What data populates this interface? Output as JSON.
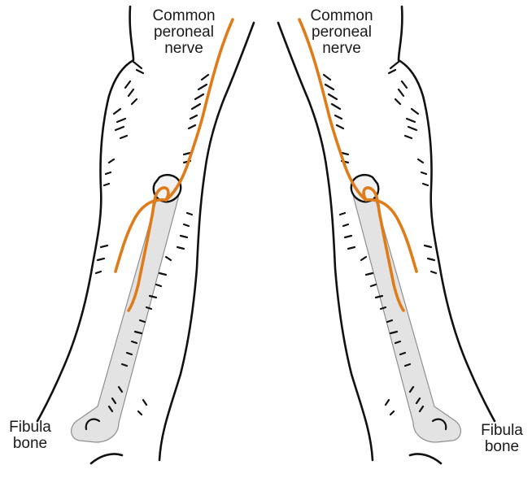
{
  "colors": {
    "nerve": "#e07b1a",
    "outline": "#111111",
    "bone_fill": "#e3e3e3"
  },
  "labels": {
    "nerve_left": [
      "Common",
      "peroneal",
      "nerve"
    ],
    "nerve_right": [
      "Common",
      "peroneal",
      "nerve"
    ],
    "bone_left": [
      "Fibula",
      "bone"
    ],
    "bone_right": [
      "Fibula",
      "bone"
    ]
  },
  "legs": [
    {
      "side": "left",
      "structures": [
        "leg-outline",
        "fibula-bone",
        "common-peroneal-nerve"
      ]
    },
    {
      "side": "right",
      "structures": [
        "leg-outline",
        "fibula-bone",
        "common-peroneal-nerve"
      ]
    }
  ]
}
